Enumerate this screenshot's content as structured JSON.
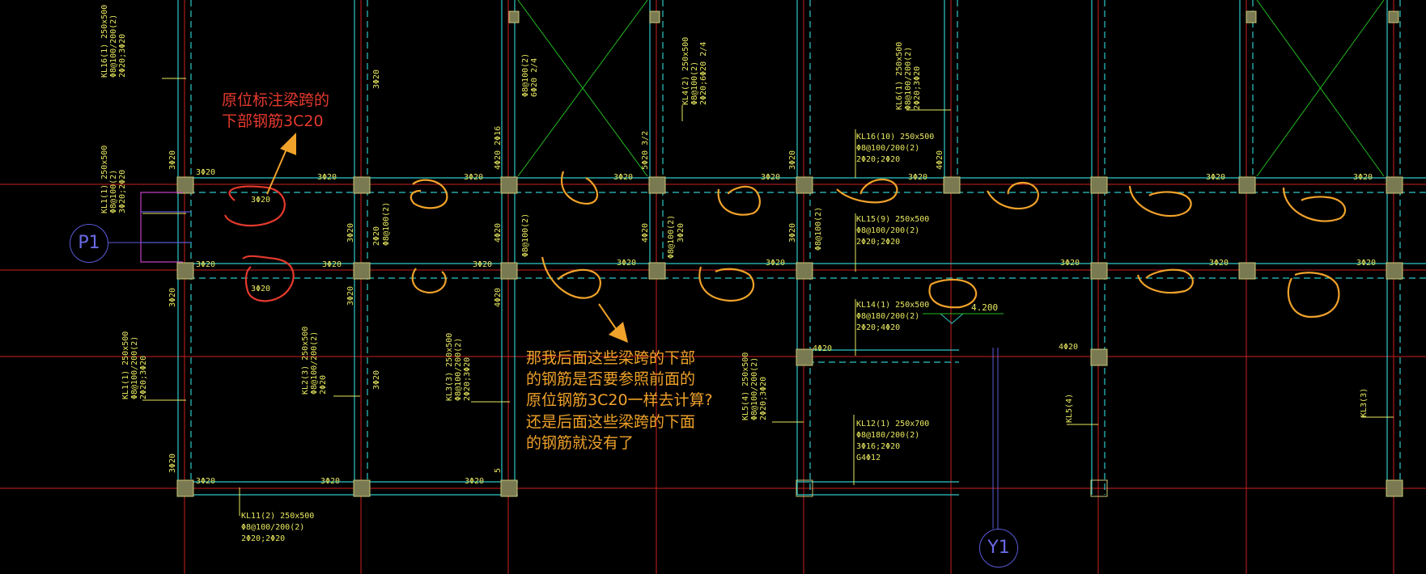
{
  "annotations": {
    "red_note": [
      "原位标注梁跨的",
      "下部钢筋3C20"
    ],
    "orange_note": [
      "那我后面这些梁跨的下部",
      "的钢筋是否要参照前面的",
      "原位钢筋3C20一样去计算?",
      "还是后面这些梁跨的下面",
      "的钢筋就没有了"
    ]
  },
  "axis_bubbles": {
    "left": "P1",
    "bottom": "Y1"
  },
  "elevation_mark": "4.200",
  "beam_labels": [
    [
      "KL16(1) 250x500",
      "Φ8@100/200(2)",
      "2Φ20;3Φ20"
    ],
    [
      "KL1(1) 250x500",
      "Φ8@100(2)",
      "3Φ20;2Φ20"
    ],
    [
      "KL1(1) 250x500",
      "Φ8@100/200(2)",
      "2Φ20;3Φ20"
    ],
    [
      "KL2(3) 250x500",
      "Φ8@100/200(2)",
      "2Φ20"
    ],
    [
      "KL3(3) 250x500",
      "Φ8@100/200(2)",
      "2Φ20;3Φ20"
    ],
    [
      "KL11(2) 250x500",
      "Φ8@100/200(2)",
      "2Φ20;2Φ20"
    ],
    [
      "KL4(2) 250x500",
      "Φ8@100(2)",
      "2Φ20;6Φ20 2/4"
    ],
    [
      "KL6(1) 250x500",
      "Φ8@100/200(2)",
      "2Φ20;3Φ20"
    ],
    [
      "KL16(10) 250x500",
      "Φ8@100/200(2)",
      "2Φ20;2Φ20"
    ],
    [
      "KL15(9) 250x500",
      "Φ8@100/200(2)",
      "2Φ20;2Φ20"
    ],
    [
      "KL14(1) 250x500",
      "Φ8@180/200(2)",
      "2Φ20;4Φ20"
    ],
    [
      "KL12(1) 250x700",
      "Φ8@180/200(2)",
      "3Φ16;2Φ20",
      "G4Φ12"
    ],
    [
      "KL5(4) 250x500",
      "Φ8@100/200(2)",
      "2Φ20;3Φ20"
    ],
    [
      "Φ8@100(2)",
      "6Φ20 2/4"
    ],
    [
      "KL5(4)"
    ],
    [
      "KL3(3)"
    ]
  ],
  "rebar_marks": [
    "3Φ20",
    "4Φ20",
    "5Φ20 3/2",
    "4Φ20 2Φ16",
    "Φ8@100(2)",
    "Φ8@100(2)",
    "2Φ20",
    "3Φ20",
    "4Φ20"
  ],
  "colors": {
    "background": "#000000",
    "axis_line": "#cc1f1f",
    "beam_edge": "#2ec8c8",
    "text": "#e8e860",
    "red_markup": "#e53a2e",
    "orange_markup": "#f0a22a",
    "bubble": "#5a5ad8",
    "brace": "#22bb22",
    "column": "#7a7a52"
  }
}
